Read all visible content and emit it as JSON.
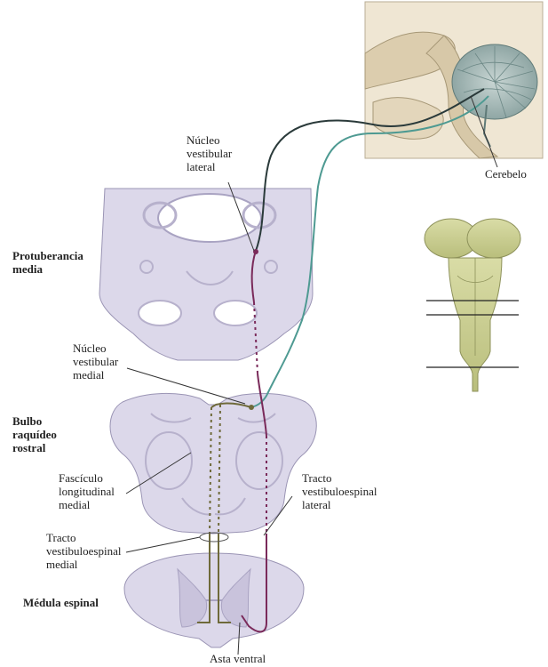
{
  "labels": {
    "nucleo_vestibular_lateral": [
      "Núcleo",
      "vestibular",
      "lateral"
    ],
    "cerebelo": "Cerebelo",
    "protuberancia_media": [
      "Protuberancia",
      "media"
    ],
    "nucleo_vestibular_medial": [
      "Núcleo",
      "vestibular",
      "medial"
    ],
    "bulbo_raquideo_rostral": [
      "Bulbo",
      "raquídeo",
      "rostral"
    ],
    "fasciculo_longitudinal_medial": [
      "Fascículo",
      "longitudinal",
      "medial"
    ],
    "tracto_vestibuloespinal_lateral": [
      "Tracto",
      "vestibuloespinal",
      "lateral"
    ],
    "tracto_vestibuloespinal_medial": [
      "Tracto",
      "vestibuloespinal",
      "medial"
    ],
    "medula_espinal": "Médula espinal",
    "asta_ventral": "Asta ventral"
  },
  "colors": {
    "tissue": "#dcd8ea",
    "tissue_edge": "#9a94b4",
    "lateral_tract": "#7a2a5a",
    "cerebellar_dark": "#2a3a3a",
    "cerebellar_teal": "#4e9a92",
    "medial_tract": "#6f6a3a",
    "brain_photo": "#e8dcc6",
    "brainstem": "#cfd39a"
  }
}
